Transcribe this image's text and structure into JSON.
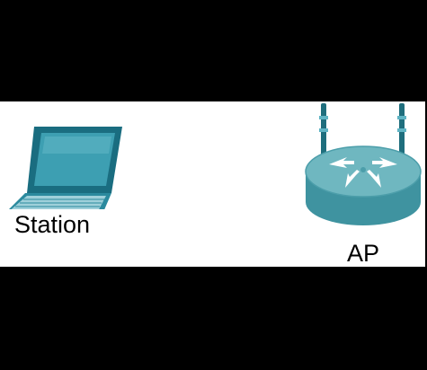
{
  "diagram": {
    "nodes": [
      {
        "id": "station",
        "label": "Station",
        "icon": "laptop-icon"
      },
      {
        "id": "ap",
        "label": "AP",
        "icon": "wireless-router-icon"
      }
    ]
  },
  "colors": {
    "icon_dark": "#1a6d80",
    "icon_mid": "#2b8a9e",
    "icon_light": "#5fb4c4",
    "router_top": "#6fb7c0",
    "router_side": "#3f93a0",
    "antenna": "#1f6e7d",
    "background_band": "#ffffff",
    "frame": "#000000"
  }
}
